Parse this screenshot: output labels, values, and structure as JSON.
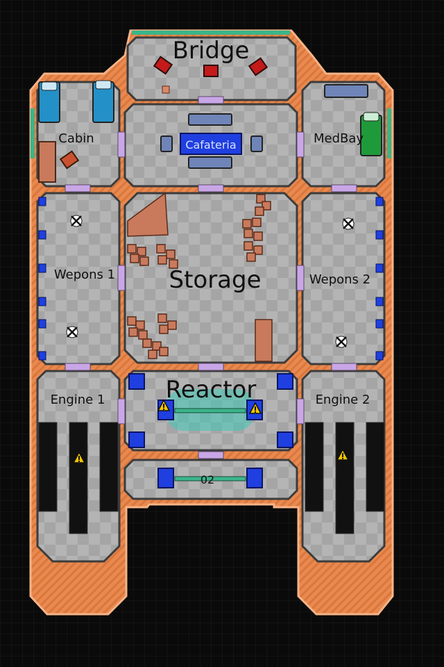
{
  "rooms": {
    "bridge": "Bridge",
    "cabin": "Cabin",
    "cafeteria": "Cafateria",
    "medbay": "MedBay",
    "weapons1": "Wepons 1",
    "storage": "Storage",
    "weapons2": "Wepons 2",
    "reactor": "Reactor",
    "engine1": "Engine 1",
    "engine2": "Engine 2",
    "o2": "02"
  },
  "colors": {
    "hull": "#e9894f",
    "hull_edge": "#f6b487",
    "floor": "#a5a5a5",
    "floor_alt": "#b6b6b6",
    "wall": "#3c3c3c",
    "door": "#c9a7e6",
    "console_blue": "#1f3fe0",
    "bed_blue": "#2490c8",
    "bed_green": "#1f9a3a",
    "crate": "#c97a5c",
    "chair_red": "#c41a1a",
    "warning": "#f2c400",
    "reactor_glow": "#3fc9b6"
  },
  "icons": [
    "crosshair-icon",
    "warning-icon"
  ]
}
